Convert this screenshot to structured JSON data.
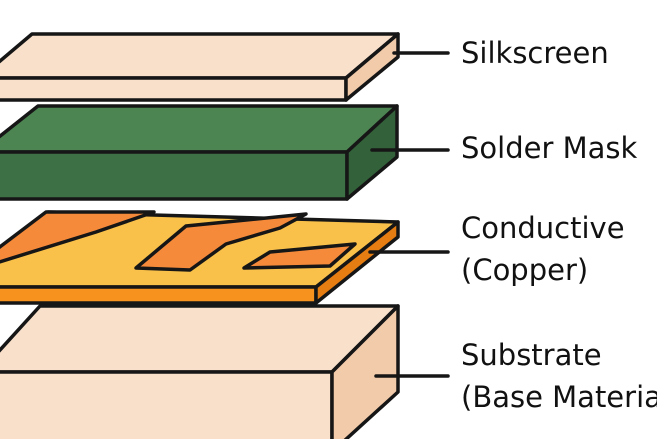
{
  "diagram": {
    "layers": [
      {
        "name": "silkscreen",
        "label_lines": [
          "Silkscreen"
        ],
        "color": "#F9E0CB"
      },
      {
        "name": "solder-mask",
        "label_lines": [
          "Solder Mask"
        ],
        "color": "#3E7045"
      },
      {
        "name": "conductive",
        "label_lines": [
          "Conductive",
          "(Copper)"
        ],
        "color": "#F9C04A",
        "trace_color": "#F58A3A"
      },
      {
        "name": "substrate",
        "label_lines": [
          "Substrate",
          "(Base Material)"
        ],
        "color": "#F9E0CB"
      }
    ],
    "outline_color": "#161616"
  }
}
